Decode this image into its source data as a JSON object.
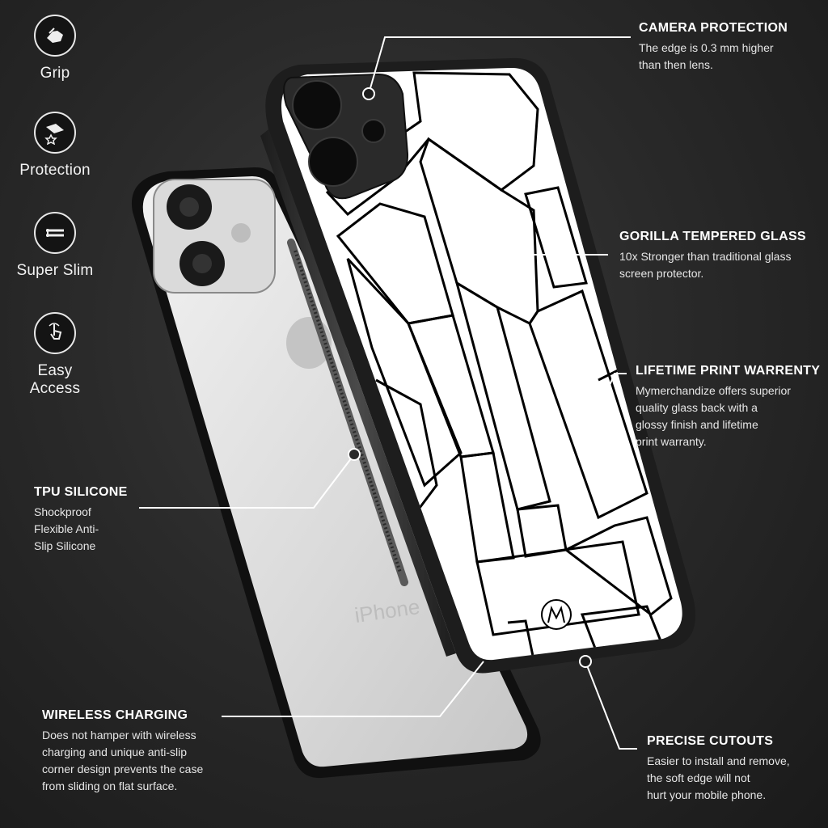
{
  "features": [
    {
      "label": "Grip",
      "icon": "hand-grip-icon"
    },
    {
      "label": "Protection",
      "icon": "shield-star-icon"
    },
    {
      "label": "Super Slim",
      "icon": "slim-profile-icon"
    },
    {
      "label": "Easy Access",
      "icon": "touch-access-icon"
    }
  ],
  "callouts": {
    "camera": {
      "title": "CAMERA PROTECTION",
      "desc": "The edge is 0.3 mm higher\nthan then lens."
    },
    "gorilla": {
      "title": "GORILLA TEMPERED GLASS",
      "desc": "10x Stronger than traditional glass\nscreen protector."
    },
    "lifetime": {
      "title": "LIFETIME PRINT WARRENTY",
      "desc": "Mymerchandize offers superior\nquality glass back with a\nglossy finish and lifetime\n print warranty."
    },
    "tpu": {
      "title": "TPU SILICONE",
      "desc": "Shockproof\nFlexible Anti-\nSlip Silicone"
    },
    "wireless": {
      "title": "WIRELESS CHARGING",
      "desc": "Does not hamper with wireless\ncharging and unique anti-slip\ncorner design prevents the case\nfrom sliding on flat surface."
    },
    "cutouts": {
      "title": "PRECISE CUTOUTS",
      "desc": "Easier to install and remove,\nthe soft edge will not\nhurt your mobile phone."
    }
  },
  "product": {
    "back_phone_text": "iPhone"
  },
  "colors": {
    "background": "#2a2a2a",
    "case_print": "#ffffff",
    "case_lines": "#000000",
    "callout_line": "#ffffff"
  }
}
